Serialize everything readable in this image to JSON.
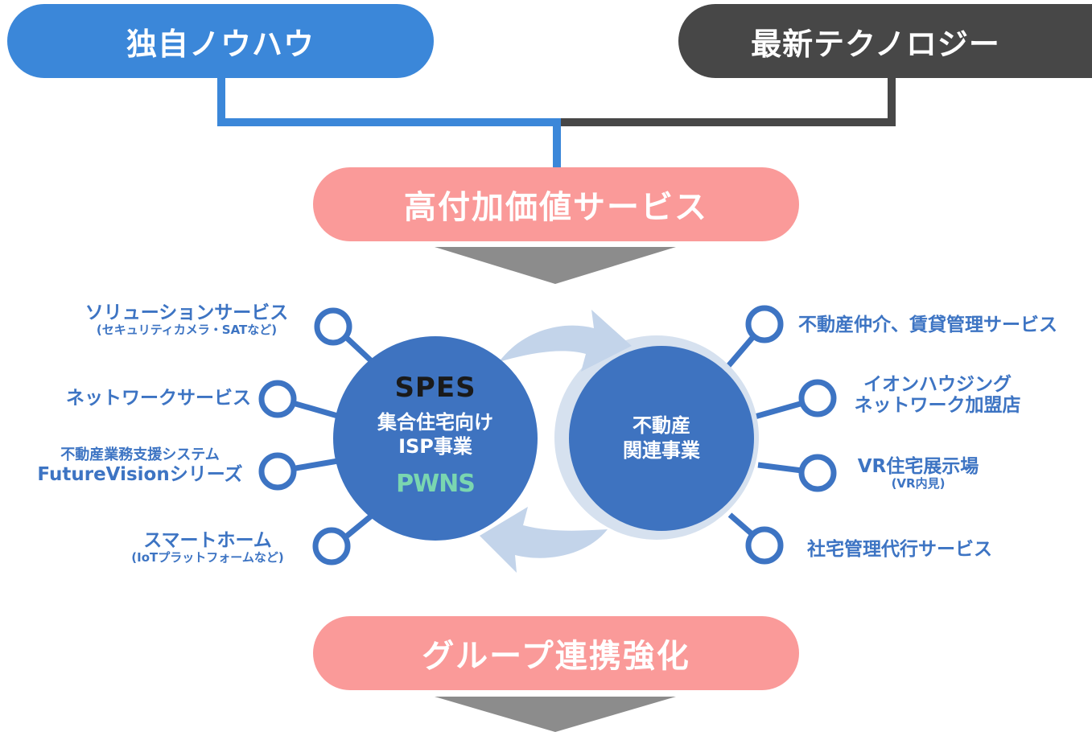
{
  "top": {
    "left_label": "独自ノウハウ",
    "right_label": "最新テクノロジー"
  },
  "service_label": "高付加価値サービス",
  "group_label": "グループ連携強化",
  "left_circle": {
    "brand": "SPES",
    "line1": "集合住宅向け",
    "line2": "ISP事業",
    "logo_text": "PWNS"
  },
  "right_circle": {
    "line1": "不動産",
    "line2": "関連事業"
  },
  "left_items": [
    {
      "main": "ソリューションサービス",
      "sub": "(セキュリティカメラ・SATなど)"
    },
    {
      "main": "ネットワークサービス"
    },
    {
      "top": "不動産業務支援システム",
      "main": "FutureVisionシリーズ"
    },
    {
      "main": "スマートホーム",
      "sub": "(IoTプラットフォームなど)"
    }
  ],
  "right_items": [
    {
      "main": "不動産仲介、賃貸管理サービス"
    },
    {
      "line1": "イオンハウジング",
      "line2": "ネットワーク加盟店"
    },
    {
      "main": "VR住宅展示場",
      "sub": "(VR内見)"
    },
    {
      "main": "社宅管理代行サービス"
    }
  ],
  "colors": {
    "blue": "#3b87d9",
    "dark": "#474747",
    "pink": "#fa9a99",
    "circle": "#3e73c0",
    "ring": "#d6e1ef",
    "node": "#3d74c3",
    "arrow": "#8c8c8c"
  }
}
